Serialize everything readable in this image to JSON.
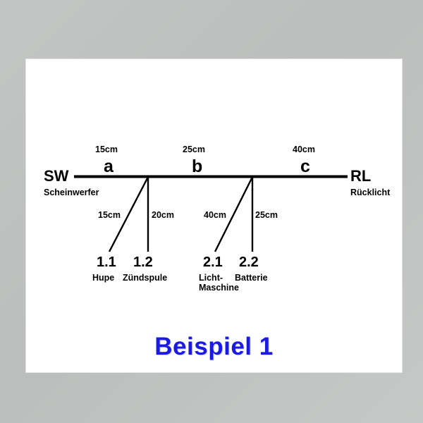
{
  "slide": {
    "title": "Beispiel 1",
    "title_color": "#1a1ae0",
    "background_color": "#bdbfbe",
    "panel_color": "#ffffff",
    "line_color": "#000000"
  },
  "bus": {
    "left_endpoint": {
      "code": "SW",
      "name": "Scheinwerfer"
    },
    "right_endpoint": {
      "code": "RL",
      "name": "Rücklicht"
    },
    "segments": [
      {
        "letter": "a",
        "length": "15cm"
      },
      {
        "letter": "b",
        "length": "25cm"
      },
      {
        "letter": "c",
        "length": "40cm"
      }
    ]
  },
  "branch_groups": [
    {
      "junction": "1",
      "branches": [
        {
          "number": "1.1",
          "name": "Hupe",
          "length": "15cm"
        },
        {
          "number": "1.2",
          "name": "Zündspule",
          "length": "20cm"
        }
      ]
    },
    {
      "junction": "2",
      "branches": [
        {
          "number": "2.1",
          "name_line1": "Licht-",
          "name_line2": "Maschine",
          "length": "40cm"
        },
        {
          "number": "2.2",
          "name_line1": "Batterie",
          "name_line2": "",
          "length": "25cm"
        }
      ]
    }
  ]
}
